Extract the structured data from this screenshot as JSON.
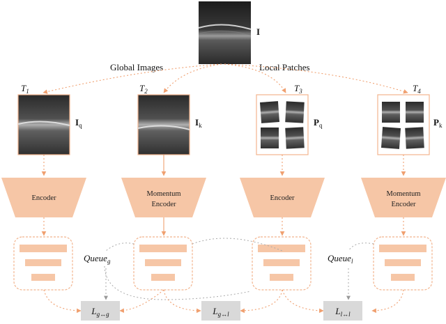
{
  "input_image": {
    "label": "I"
  },
  "branch_labels": {
    "global": "Global Images",
    "local": "Local Patches"
  },
  "transforms": [
    {
      "base": "T",
      "sub": "1"
    },
    {
      "base": "T",
      "sub": "2"
    },
    {
      "base": "T",
      "sub": "3"
    },
    {
      "base": "T",
      "sub": "4"
    }
  ],
  "views": [
    {
      "base": "I",
      "sub": "q"
    },
    {
      "base": "I",
      "sub": "k"
    },
    {
      "base": "P",
      "sub": "q"
    },
    {
      "base": "P",
      "sub": "k"
    }
  ],
  "encoders": [
    {
      "line1": "Encoder",
      "line2": ""
    },
    {
      "line1": "Momentum",
      "line2": "Encoder"
    },
    {
      "line1": "Encoder",
      "line2": ""
    },
    {
      "line1": "Momentum",
      "line2": "Encoder"
    }
  ],
  "queues": [
    {
      "base": "Queue",
      "sub": "g"
    },
    {
      "base": "Queue",
      "sub": "l"
    }
  ],
  "losses": [
    {
      "base": "L",
      "sub": "g↔g"
    },
    {
      "base": "L",
      "sub": "g↔l"
    },
    {
      "base": "L",
      "sub": "l↔l"
    }
  ],
  "colors": {
    "accent": "#f2b48e",
    "accent_fill": "#f6c6a6",
    "arrow": "#f0a070",
    "grey_arrow": "#aaaaaa",
    "loss_box": "#d9d9d9"
  }
}
